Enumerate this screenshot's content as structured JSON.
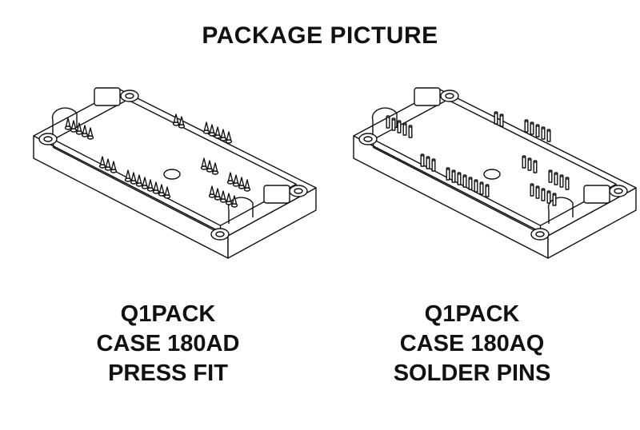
{
  "title": "PACKAGE PICTURE",
  "packages": [
    {
      "name": "Q1PACK",
      "case": "CASE 180AD",
      "type": "PRESS FIT",
      "pin_style": "press-fit"
    },
    {
      "name": "Q1PACK",
      "case": "CASE 180AQ",
      "type": "SOLDER PINS",
      "pin_style": "solder"
    }
  ],
  "colors": {
    "line": "#111111",
    "background": "#ffffff"
  }
}
